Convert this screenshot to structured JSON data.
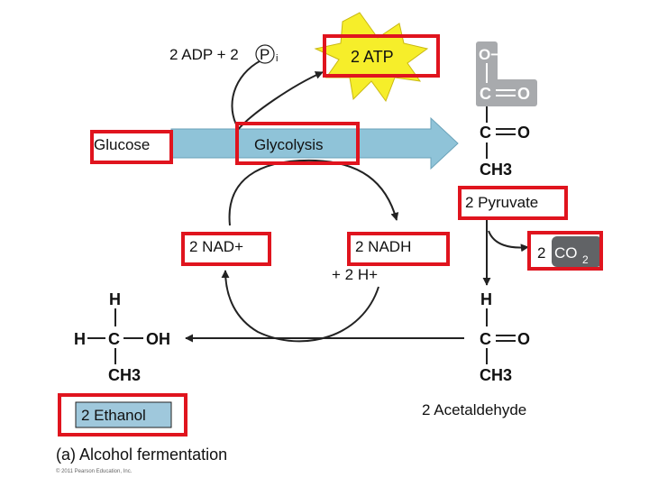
{
  "labels": {
    "adp": "2 ADP + 2",
    "pi_p": "P",
    "pi_i": "i",
    "atp": "2 ATP",
    "glucose": "Glucose",
    "glycolysis": "Glycolysis",
    "pyruvate": "2 Pyruvate",
    "nad_plus": "2 NAD+",
    "nadh": "2 NADH",
    "h_plus": "+ 2 H+",
    "co2_num": "2",
    "co2_main": "CO",
    "co2_sub": "2",
    "ethanol": "2 Ethanol",
    "acetaldehyde": "2 Acetaldehyde",
    "caption": "(a) Alcohol fermentation",
    "copyright": "© 2011 Pearson Education, Inc."
  },
  "atoms": {
    "pyruvate": {
      "o_minus": "O−",
      "c1": "C",
      "o1": "O",
      "c2": "C",
      "o2": "O",
      "ch3": "CH3"
    },
    "acetaldehyde": {
      "h": "H",
      "c": "C",
      "o": "O",
      "ch3": "CH3"
    },
    "ethanol": {
      "h_top": "H",
      "h_left": "H",
      "c": "C",
      "oh": "OH",
      "ch3": "CH3"
    }
  },
  "colors": {
    "highlight": "#e0141e",
    "arrow_fill": "#8fc3d8",
    "atp_burst": "#f6ee2a",
    "pyruvate_box": "#a8aaad",
    "co2_box": "#616366",
    "ethanol_box": "#9fc8dc"
  }
}
